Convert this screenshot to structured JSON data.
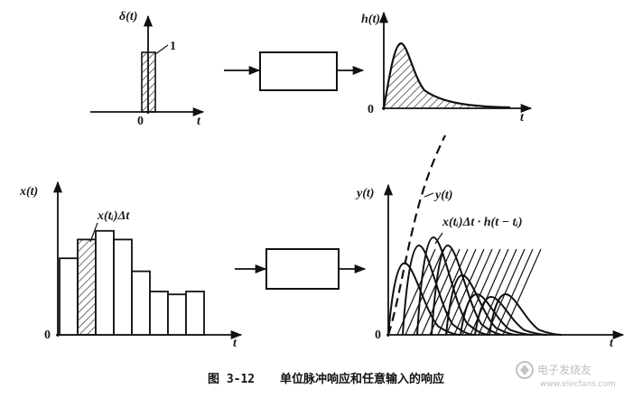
{
  "panels": {
    "impulse": {
      "y_label": "δ(t)",
      "level_label": "1",
      "origin": "0",
      "x_label": "t"
    },
    "impulse_response": {
      "y_label": "h(t)",
      "origin": "0",
      "x_label": "t"
    },
    "input": {
      "y_label": "x(t)",
      "origin": "0",
      "x_label": "t",
      "annotation": "x(tᵢ)Δt",
      "bar_levels": [
        0.53,
        0.66,
        0.72,
        0.66,
        0.44,
        0.3,
        0.28,
        0.3
      ]
    },
    "output": {
      "y_label": "y(t)",
      "origin": "0",
      "x_label": "t",
      "curve_label": "y(t)",
      "term_label": "x(tᵢ)Δt · h(t − tᵢ)"
    }
  },
  "caption": {
    "number": "图 3-12",
    "title": "单位脉冲响应和任意输入的响应"
  },
  "watermark": {
    "brand": "电子发烧友",
    "url": "www.elecfans.com"
  }
}
